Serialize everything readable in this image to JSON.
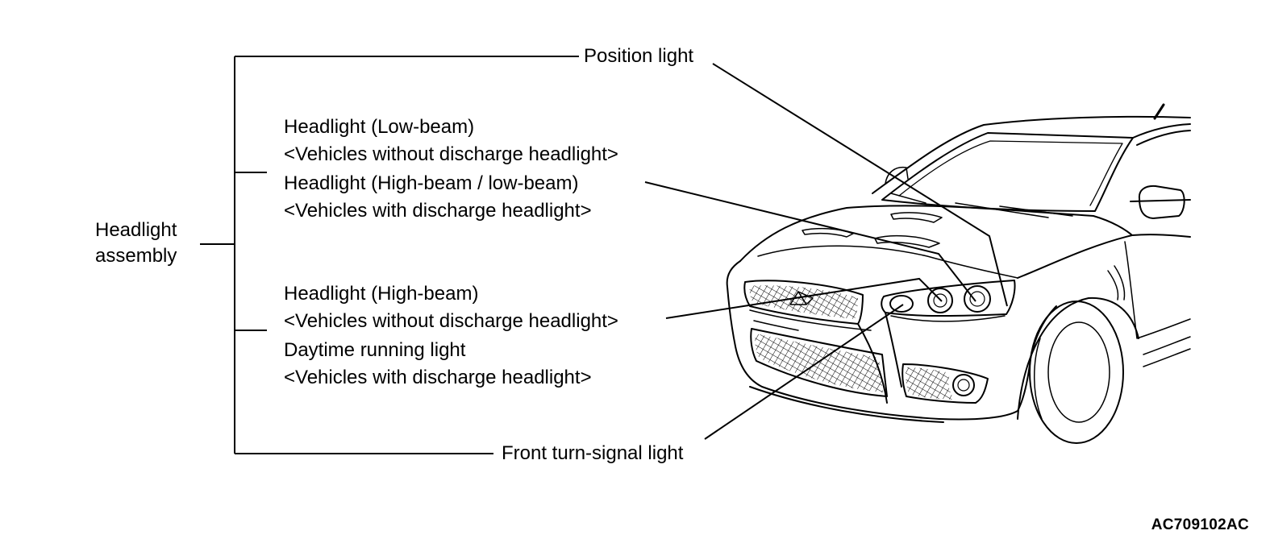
{
  "labels": {
    "headlight_assembly": [
      "Headlight",
      "assembly"
    ],
    "position_light": "Position light",
    "low_beam_group": [
      "Headlight (Low-beam)",
      "<Vehicles without discharge headlight>",
      "Headlight (High-beam / low-beam)",
      "<Vehicles with discharge headlight>"
    ],
    "high_beam_group": [
      "Headlight (High-beam)",
      "<Vehicles without discharge headlight>",
      "Daytime running light",
      "<Vehicles with discharge headlight>"
    ],
    "front_turn_signal": "Front turn-signal light"
  },
  "figure_ref": "AC709102AC"
}
